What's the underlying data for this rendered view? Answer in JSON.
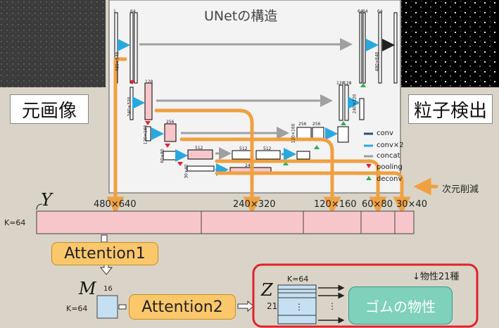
{
  "title": "UNetの構造",
  "input_label": "元画像",
  "output_label": "粒子検出",
  "legend": {
    "conv": "conv",
    "conv2": "conv×2",
    "concat": "concat",
    "pooling": "pooling",
    "deconv": "deconv",
    "reduce": "次元削減"
  },
  "unet_numbers": {
    "l1_in": "1",
    "l1_c": "64",
    "l1_dim": "480×640",
    "l2_c": "128",
    "l2_dim": "240×320",
    "l3_c": "256",
    "l3_dim": "120×160",
    "l4_c": "512",
    "l4_dim": "60×80",
    "l5_c": "512",
    "l5_dim": "30×40",
    "r4_c1": "512",
    "r4_c2": "512",
    "r3_c1": "256",
    "r3_c2": "256",
    "r3_dim": "120×160",
    "r2_c1": "128",
    "r2_c2": "128",
    "r2_dim": "240×320",
    "r1_c1": "64",
    "r1_c2": "64",
    "r1_c3": "64",
    "r1_dim": "480×640",
    "r5_c": "24"
  },
  "y_block": {
    "symbol": "Y",
    "k_label": "K=64",
    "segments": [
      "480×640",
      "240×320",
      "120×160",
      "60×80",
      "30×40"
    ]
  },
  "attention1": "Attention1",
  "attention2": "Attention2",
  "m_block": {
    "symbol": "M",
    "k_label": "K=64",
    "n": "16"
  },
  "z_block": {
    "symbol": "Z",
    "k_label": "K=64",
    "n": "21",
    "dots": "⋮"
  },
  "property_note": "↓物性21種",
  "gum_label": "ゴムの物性",
  "colors": {
    "arrow_orange": "#f0a040",
    "pink": "#f7c6cb",
    "light_blue": "#c5e0f3",
    "red_frame": "#e0232b"
  }
}
